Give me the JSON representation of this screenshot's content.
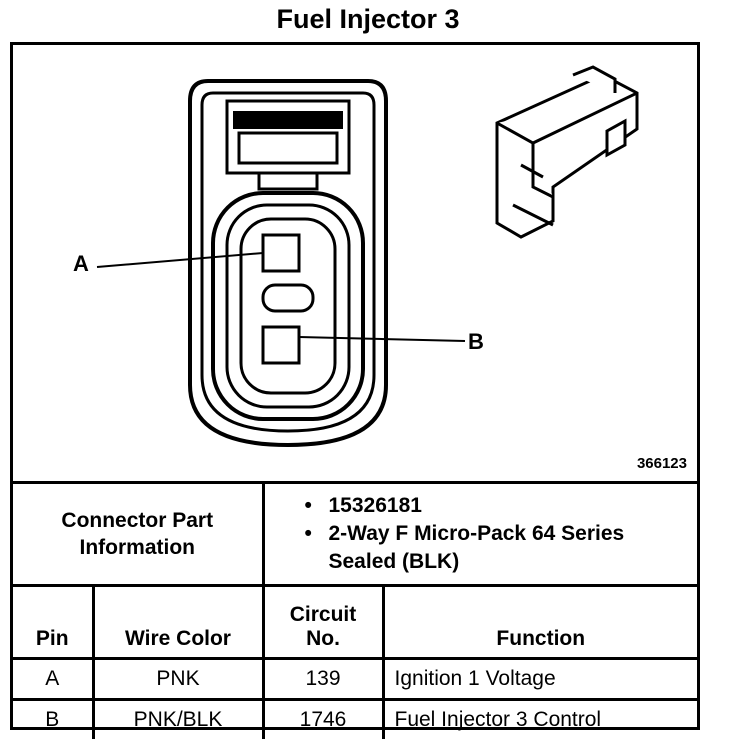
{
  "title": "Fuel Injector 3",
  "figure": {
    "label_a": "A",
    "label_b": "B",
    "figure_number": "366123"
  },
  "connector_info": {
    "label_line1": "Connector Part",
    "label_line2": "Information",
    "items": [
      "15326181",
      "2-Way F Micro-Pack 64 Series Sealed (BLK)"
    ]
  },
  "table": {
    "headers": {
      "pin": "Pin",
      "wire_color": "Wire Color",
      "circuit_line1": "Circuit",
      "circuit_line2": "No.",
      "function": "Function"
    },
    "rows": [
      {
        "pin": "A",
        "wire_color": "PNK",
        "circuit": "139",
        "function": "Ignition 1 Voltage"
      },
      {
        "pin": "B",
        "wire_color": "PNK/BLK",
        "circuit": "1746",
        "function": "Fuel Injector 3 Control"
      }
    ]
  }
}
